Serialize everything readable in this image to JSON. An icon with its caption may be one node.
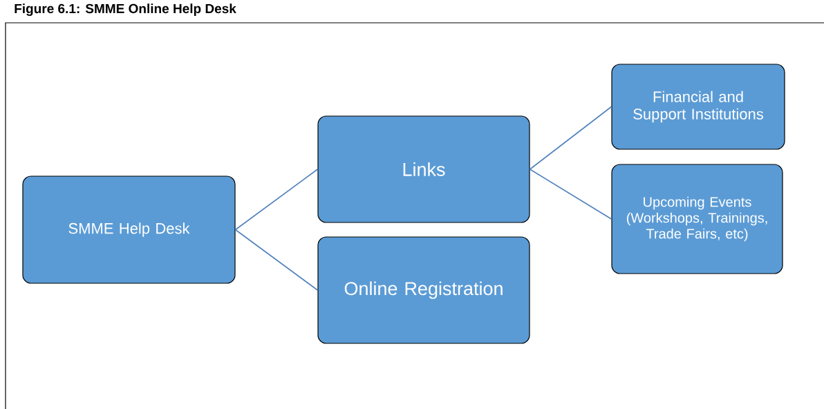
{
  "diagram": {
    "title": "Figure 6.1: SMME Online Help Desk",
    "nodes": [
      {
        "text": [
          "SMME Help Desk"
        ]
      },
      {
        "text": [
          "Links"
        ]
      },
      {
        "text": [
          "Online Registration"
        ]
      },
      {
        "text": [
          "Financial and Support Institutions"
        ]
      },
      {
        "text": [
          "Upcoming Events (Workshops, Trainings, Trade Fairs, etc)"
        ]
      }
    ],
    "edges": [
      {
        "from": 0,
        "to": 1,
        "arrow": "none"
      },
      {
        "from": 0,
        "to": 2,
        "arrow": "none"
      },
      {
        "from": 1,
        "to": 3,
        "arrow": "none"
      },
      {
        "from": 1,
        "to": 4,
        "arrow": "none"
      }
    ]
  }
}
